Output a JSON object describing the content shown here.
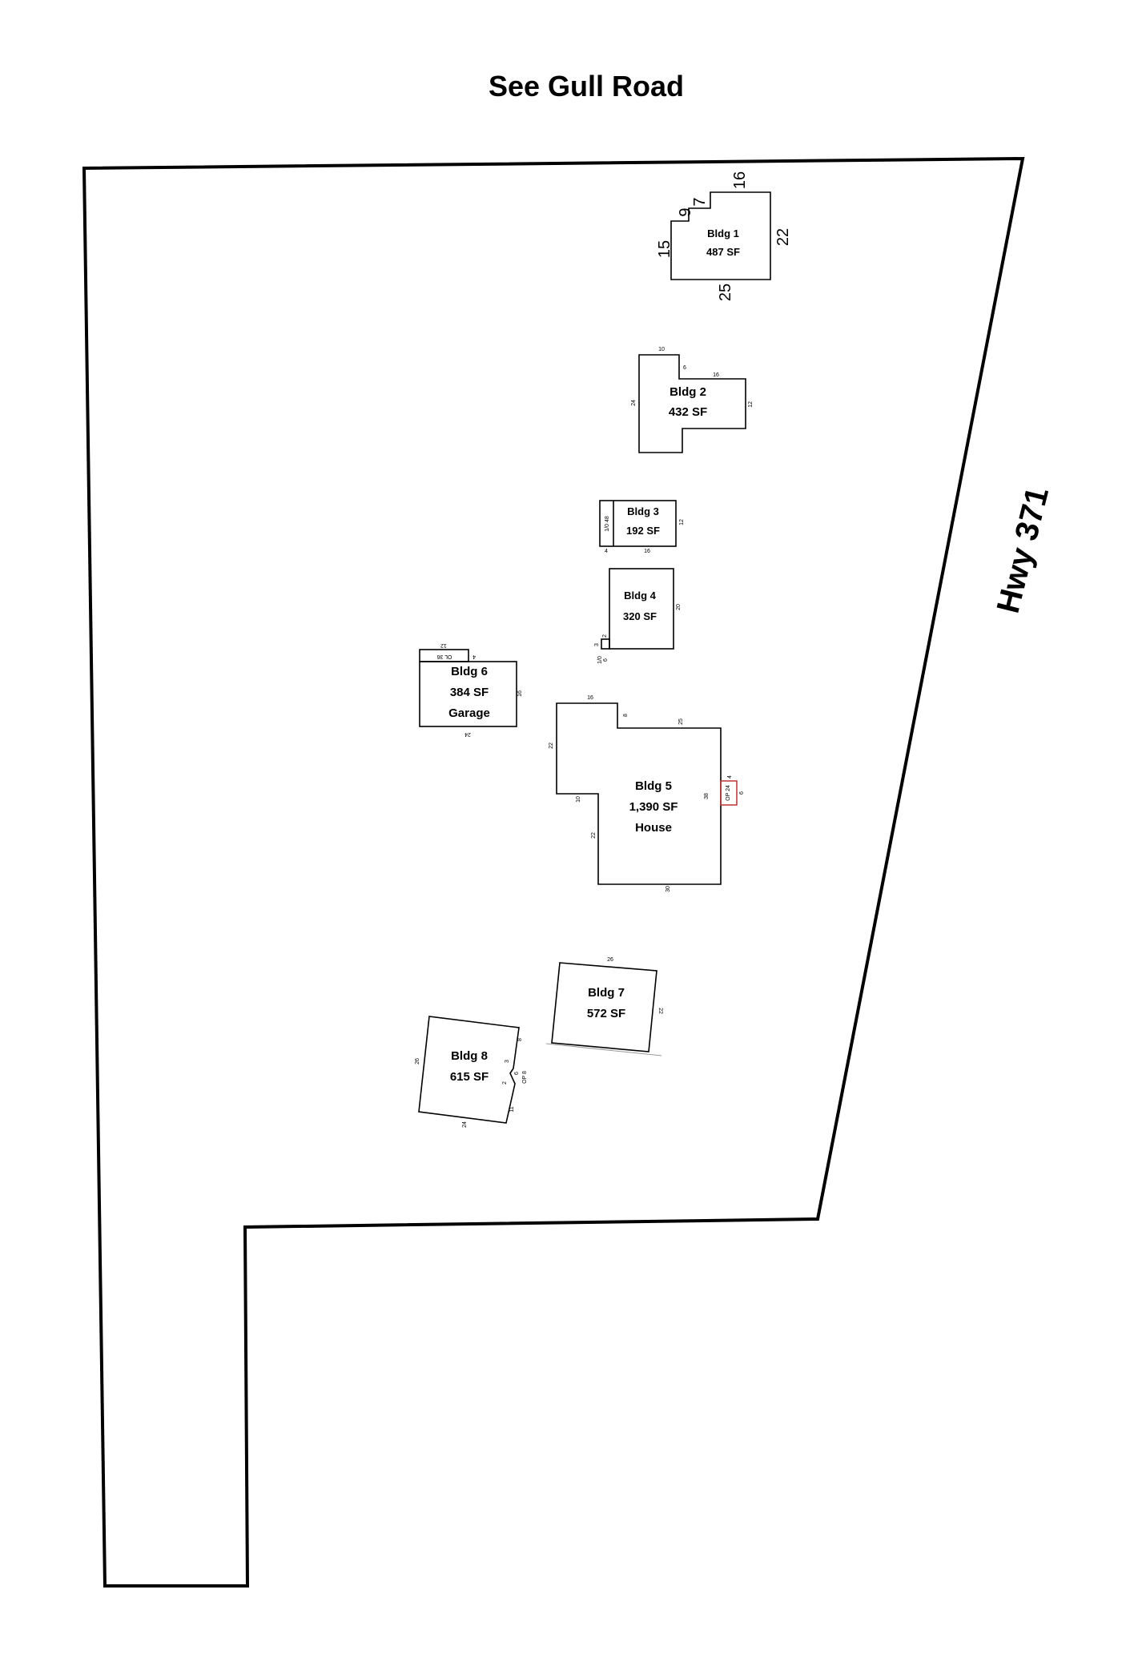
{
  "road_north": "See Gull Road",
  "road_east": "Hwy 371",
  "buildings": [
    {
      "name": "Bldg 1",
      "area": "487 SF",
      "dims": [
        "16",
        "7",
        "9",
        "15",
        "22",
        "25"
      ]
    },
    {
      "name": "Bldg 2",
      "area": "432 SF",
      "dims": [
        "10",
        "6",
        "16",
        "24",
        "12"
      ]
    },
    {
      "name": "Bldg 3",
      "area": "192 SF",
      "dims": [
        "1/0 48",
        "12",
        "4",
        "16"
      ]
    },
    {
      "name": "Bldg 4",
      "area": "320 SF",
      "dims": [
        "20",
        "3",
        "2",
        "1/0",
        "6"
      ]
    },
    {
      "name": "Bldg 5",
      "area": "1,390 SF",
      "use": "House",
      "dims": [
        "16",
        "8",
        "25",
        "22",
        "38",
        "10",
        "22",
        "30",
        "4",
        "OP 24",
        "6"
      ]
    },
    {
      "name": "Bldg 6",
      "area": "384 SF",
      "use": "Garage",
      "dims": [
        "12",
        "OL 36",
        "4",
        "16",
        "24"
      ]
    },
    {
      "name": "Bldg 7",
      "area": "572 SF",
      "dims": [
        "26",
        "22"
      ]
    },
    {
      "name": "Bldg 8",
      "area": "615 SF",
      "dims": [
        "26",
        "8",
        "3",
        "6",
        "OP 8",
        "2",
        "11",
        "24"
      ]
    }
  ]
}
